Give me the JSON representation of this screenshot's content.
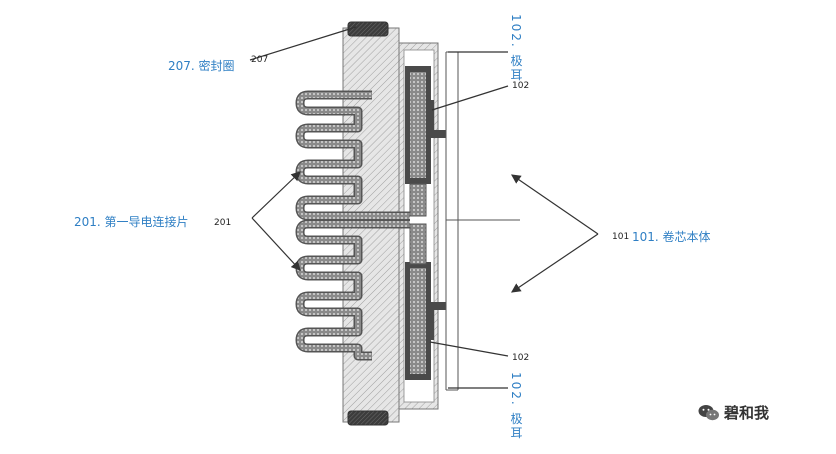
{
  "labels": {
    "seal_ring": "207. 密封圈",
    "seal_ring_ref": "207",
    "connector": "201. 第一导电连接片",
    "connector_ref": "201",
    "core": "101. 卷芯本体",
    "core_ref": "101",
    "ear_top": "102. 极耳",
    "ear_top_ref": "102",
    "ear_bottom": "102. 极耳",
    "ear_bottom_ref": "102"
  },
  "watermark": {
    "text": "碧和我",
    "icon": "wechat-icon"
  },
  "colors": {
    "label_blue": "#2f7fc4",
    "line": "#555555",
    "hatch_bg": "#e4e4e4",
    "hatch_line": "#9a9a9a",
    "seal": "#505050",
    "conductor": "#4a4a4a"
  }
}
